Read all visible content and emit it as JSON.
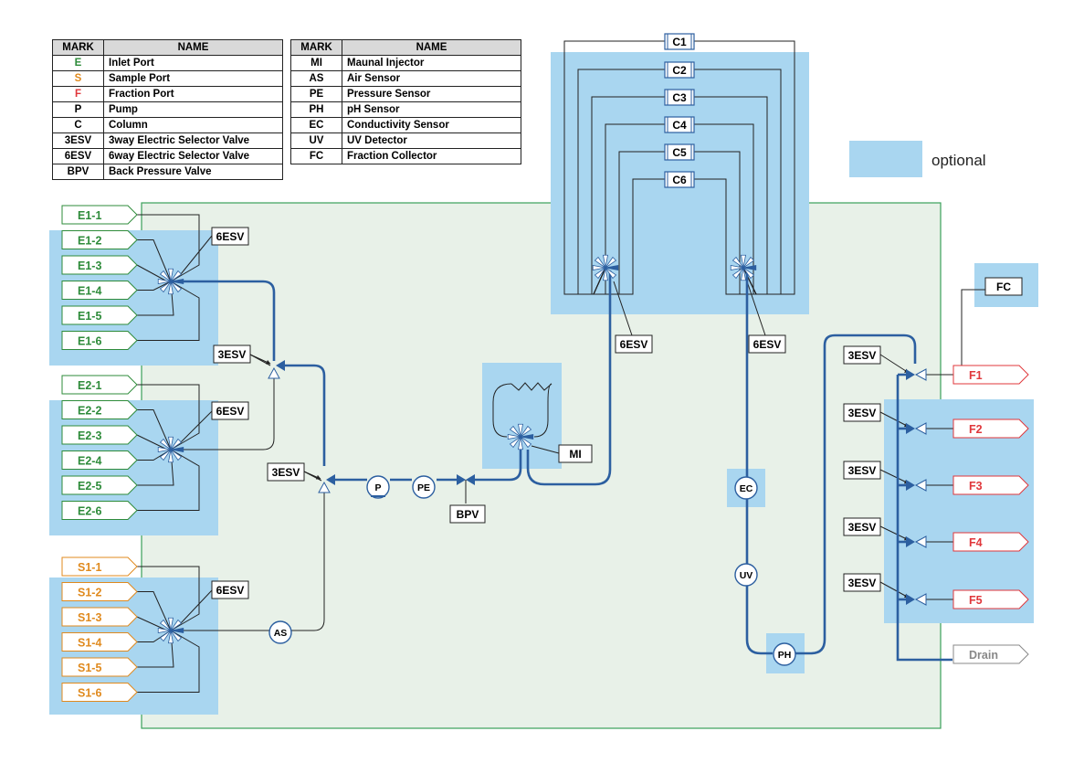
{
  "colors": {
    "inlet": "#2e8b3a",
    "sample": "#e08a1e",
    "fraction": "#e0373b",
    "main_line": "#2c5fa0",
    "optional_fill": "#a9d6f0",
    "system_fill": "#e8f1e8",
    "system_border": "#3aa05a",
    "drain": "#888888"
  },
  "legend_left": {
    "header_mark": "MARK",
    "header_name": "NAME",
    "rows": [
      {
        "mark": "E",
        "name": "Inlet Port",
        "color": "#2e8b3a"
      },
      {
        "mark": "S",
        "name": "Sample Port",
        "color": "#e08a1e"
      },
      {
        "mark": "F",
        "name": "Fraction Port",
        "color": "#e0373b"
      },
      {
        "mark": "P",
        "name": "Pump",
        "color": "#000000"
      },
      {
        "mark": "C",
        "name": "Column",
        "color": "#000000"
      },
      {
        "mark": "3ESV",
        "name": "3way Electric Selector Valve",
        "color": "#000000"
      },
      {
        "mark": "6ESV",
        "name": "6way Electric Selector Valve",
        "color": "#000000"
      },
      {
        "mark": "BPV",
        "name": "Back Pressure Valve",
        "color": "#000000"
      }
    ]
  },
  "legend_right": {
    "header_mark": "MARK",
    "header_name": "NAME",
    "rows": [
      {
        "mark": "MI",
        "name": "Maunal Injector"
      },
      {
        "mark": "AS",
        "name": "Air Sensor"
      },
      {
        "mark": "PE",
        "name": "Pressure Sensor"
      },
      {
        "mark": "PH",
        "name": "pH Sensor"
      },
      {
        "mark": "EC",
        "name": "Conductivity Sensor"
      },
      {
        "mark": "UV",
        "name": "UV Detector"
      },
      {
        "mark": "FC",
        "name": "Fraction Collector"
      }
    ]
  },
  "optional_legend": "optional",
  "inlet_group_1": [
    "E1-1",
    "E1-2",
    "E1-3",
    "E1-4",
    "E1-5",
    "E1-6"
  ],
  "inlet_group_2": [
    "E2-1",
    "E2-2",
    "E2-3",
    "E2-4",
    "E2-5",
    "E2-6"
  ],
  "sample_group": [
    "S1-1",
    "S1-2",
    "S1-3",
    "S1-4",
    "S1-5",
    "S1-6"
  ],
  "columns": [
    "C1",
    "C2",
    "C3",
    "C4",
    "C5",
    "C6"
  ],
  "fractions": [
    "F1",
    "F2",
    "F3",
    "F4",
    "F5"
  ],
  "drain": "Drain",
  "labels": {
    "esv6": "6ESV",
    "esv3": "3ESV",
    "bpv": "BPV",
    "mi": "MI",
    "fc": "FC",
    "pump": "P",
    "pe": "PE",
    "as": "AS",
    "ec": "EC",
    "uv": "UV",
    "ph": "PH"
  }
}
